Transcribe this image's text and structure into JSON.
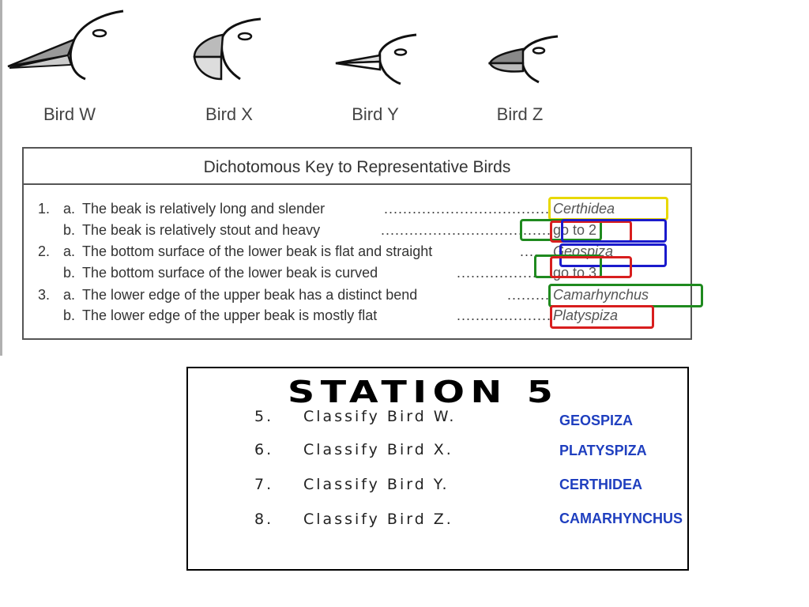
{
  "birds": [
    {
      "label": "Bird W"
    },
    {
      "label": "Bird X"
    },
    {
      "label": "Bird Y"
    },
    {
      "label": "Bird Z"
    }
  ],
  "key": {
    "title": "Dichotomous Key to Representative Birds",
    "rows": [
      {
        "num": "1.",
        "letter": "a.",
        "text": "The beak is relatively long and slender",
        "result": "Certhidea"
      },
      {
        "num": "",
        "letter": "b.",
        "text": "The beak is relatively stout and heavy",
        "result": "go to 2"
      },
      {
        "num": "2.",
        "letter": "a.",
        "text": "The bottom surface of the lower beak is flat and straight",
        "result": "Geospiza"
      },
      {
        "num": "",
        "letter": "b.",
        "text": "The bottom surface of the lower beak is curved",
        "result": "go to 3"
      },
      {
        "num": "3.",
        "letter": "a.",
        "text": "The lower edge of the upper beak has a distinct bend",
        "result": "Camarhynchus"
      },
      {
        "num": "",
        "letter": "b.",
        "text": "The lower edge of the upper beak is mostly flat",
        "result": "Platyspiza"
      }
    ],
    "highlight_colors": {
      "yellow": "#e8d800",
      "green": "#1f8a1f",
      "blue": "#1a1acc",
      "red": "#d81e1e"
    }
  },
  "station": {
    "title": "STATION 5",
    "questions": [
      {
        "num": "5.",
        "text": "Classify Bird W.",
        "answer": "GEOSPIZA"
      },
      {
        "num": "6.",
        "text": "Classify Bird X.",
        "answer": "PLATYSPIZA"
      },
      {
        "num": "7.",
        "text": "Classify Bird Y.",
        "answer": "CERTHIDEA"
      },
      {
        "num": "8.",
        "text": "Classify Bird Z.",
        "answer": "CAMARHYNCHUS"
      }
    ],
    "answer_color": "#1f3fbf"
  }
}
